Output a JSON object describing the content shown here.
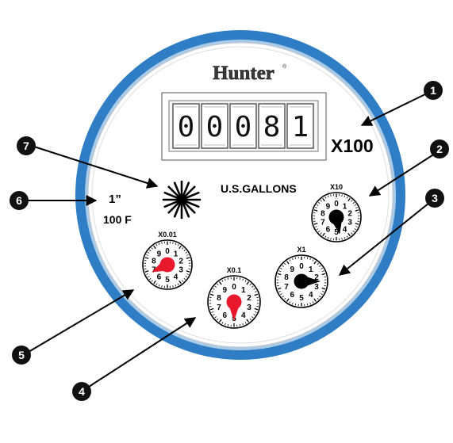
{
  "meter": {
    "brand": "Hunter",
    "odometer_digits": [
      "0",
      "0",
      "0",
      "8",
      "1"
    ],
    "odometer_multiplier": "X100",
    "units_label": "U.S.GALLONS",
    "pipe_size": "1”",
    "max_temp": "100 F",
    "colors": {
      "ring": "#2f7dc4",
      "needle_red": "#e8192c",
      "needle_black": "#000000"
    },
    "dials": [
      {
        "id": "x10",
        "label": "X10",
        "needle_color": "black",
        "needle_value": 4.7
      },
      {
        "id": "x1",
        "label": "X1",
        "needle_color": "black",
        "needle_value": 2.5
      },
      {
        "id": "x01",
        "label": "X0.1",
        "needle_color": "red",
        "needle_value": 5.0
      },
      {
        "id": "x001",
        "label": "X0.01",
        "needle_color": "red",
        "needle_value": 6.8
      }
    ],
    "dial_digits": [
      "0",
      "1",
      "2",
      "3",
      "4",
      "5",
      "6",
      "7",
      "8",
      "9"
    ]
  },
  "callouts": [
    "1",
    "2",
    "3",
    "4",
    "5",
    "6",
    "7"
  ]
}
